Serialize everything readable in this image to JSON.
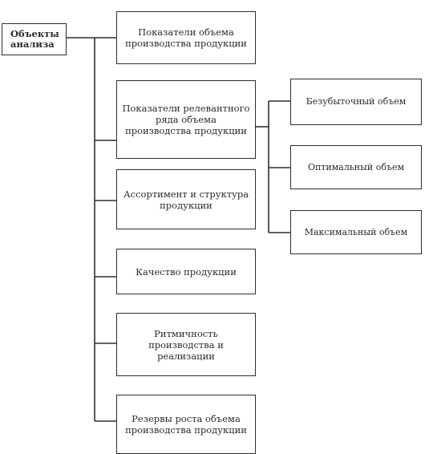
{
  "diagram": {
    "root": {
      "label": "Объекты анализа"
    },
    "objects": [
      {
        "label": "Показатели объема производства продукции"
      },
      {
        "label": "Показатели релевантного ряда объема производства продукции"
      },
      {
        "label": "Ассортимент и структура продукции"
      },
      {
        "label": "Качество продукции"
      },
      {
        "label": "Ритмичность производства и реализации"
      },
      {
        "label": "Резервы роста объема производства продукции"
      }
    ],
    "volumes": [
      {
        "label": "Безубыточный объем"
      },
      {
        "label": "Оптимальный объем"
      },
      {
        "label": "Максимальный объем"
      }
    ],
    "line_color": "#2e2e2e"
  }
}
